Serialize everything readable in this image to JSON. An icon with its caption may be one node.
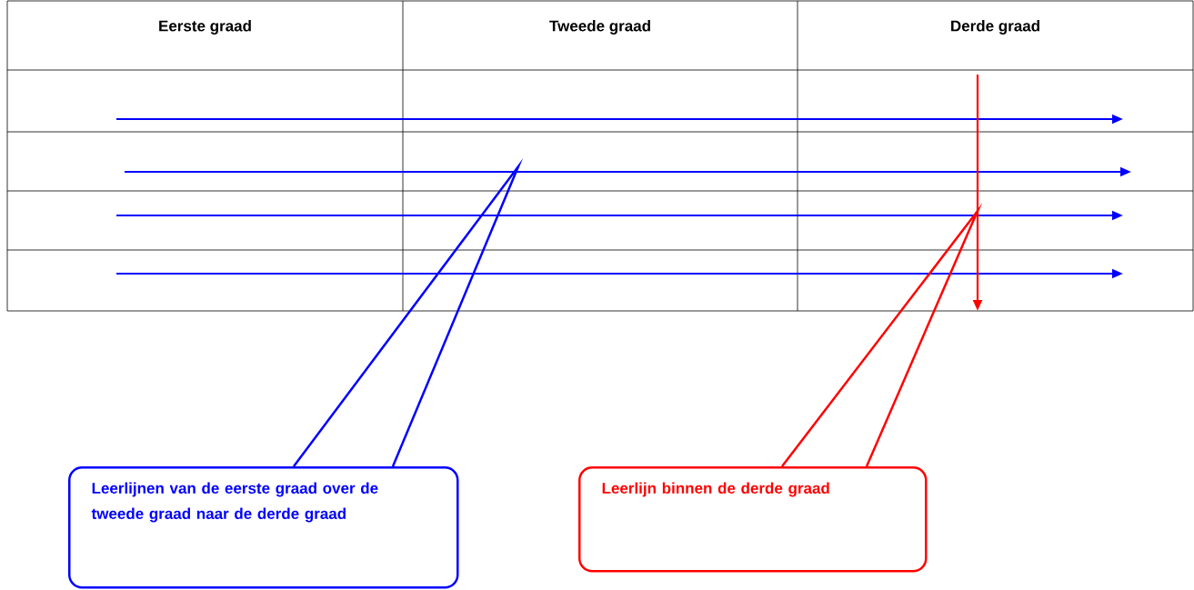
{
  "diagram": {
    "nodes": [
      {
        "text": [
          "Leerlijnen van de eerste graad over de tweede graad naar de derde graad"
        ]
      },
      {
        "text": [
          "Leerlijn binnen de derde graad"
        ]
      }
    ],
    "edges": [
      {
        "from": 0,
        "to": null,
        "arrow": "none",
        "color": "#0000ff"
      },
      {
        "from": 1,
        "to": null,
        "arrow": "none",
        "color": "#ff0000"
      }
    ],
    "labels": [
      "Eerste graad",
      "Tweede graad",
      "Derde graad"
    ]
  }
}
